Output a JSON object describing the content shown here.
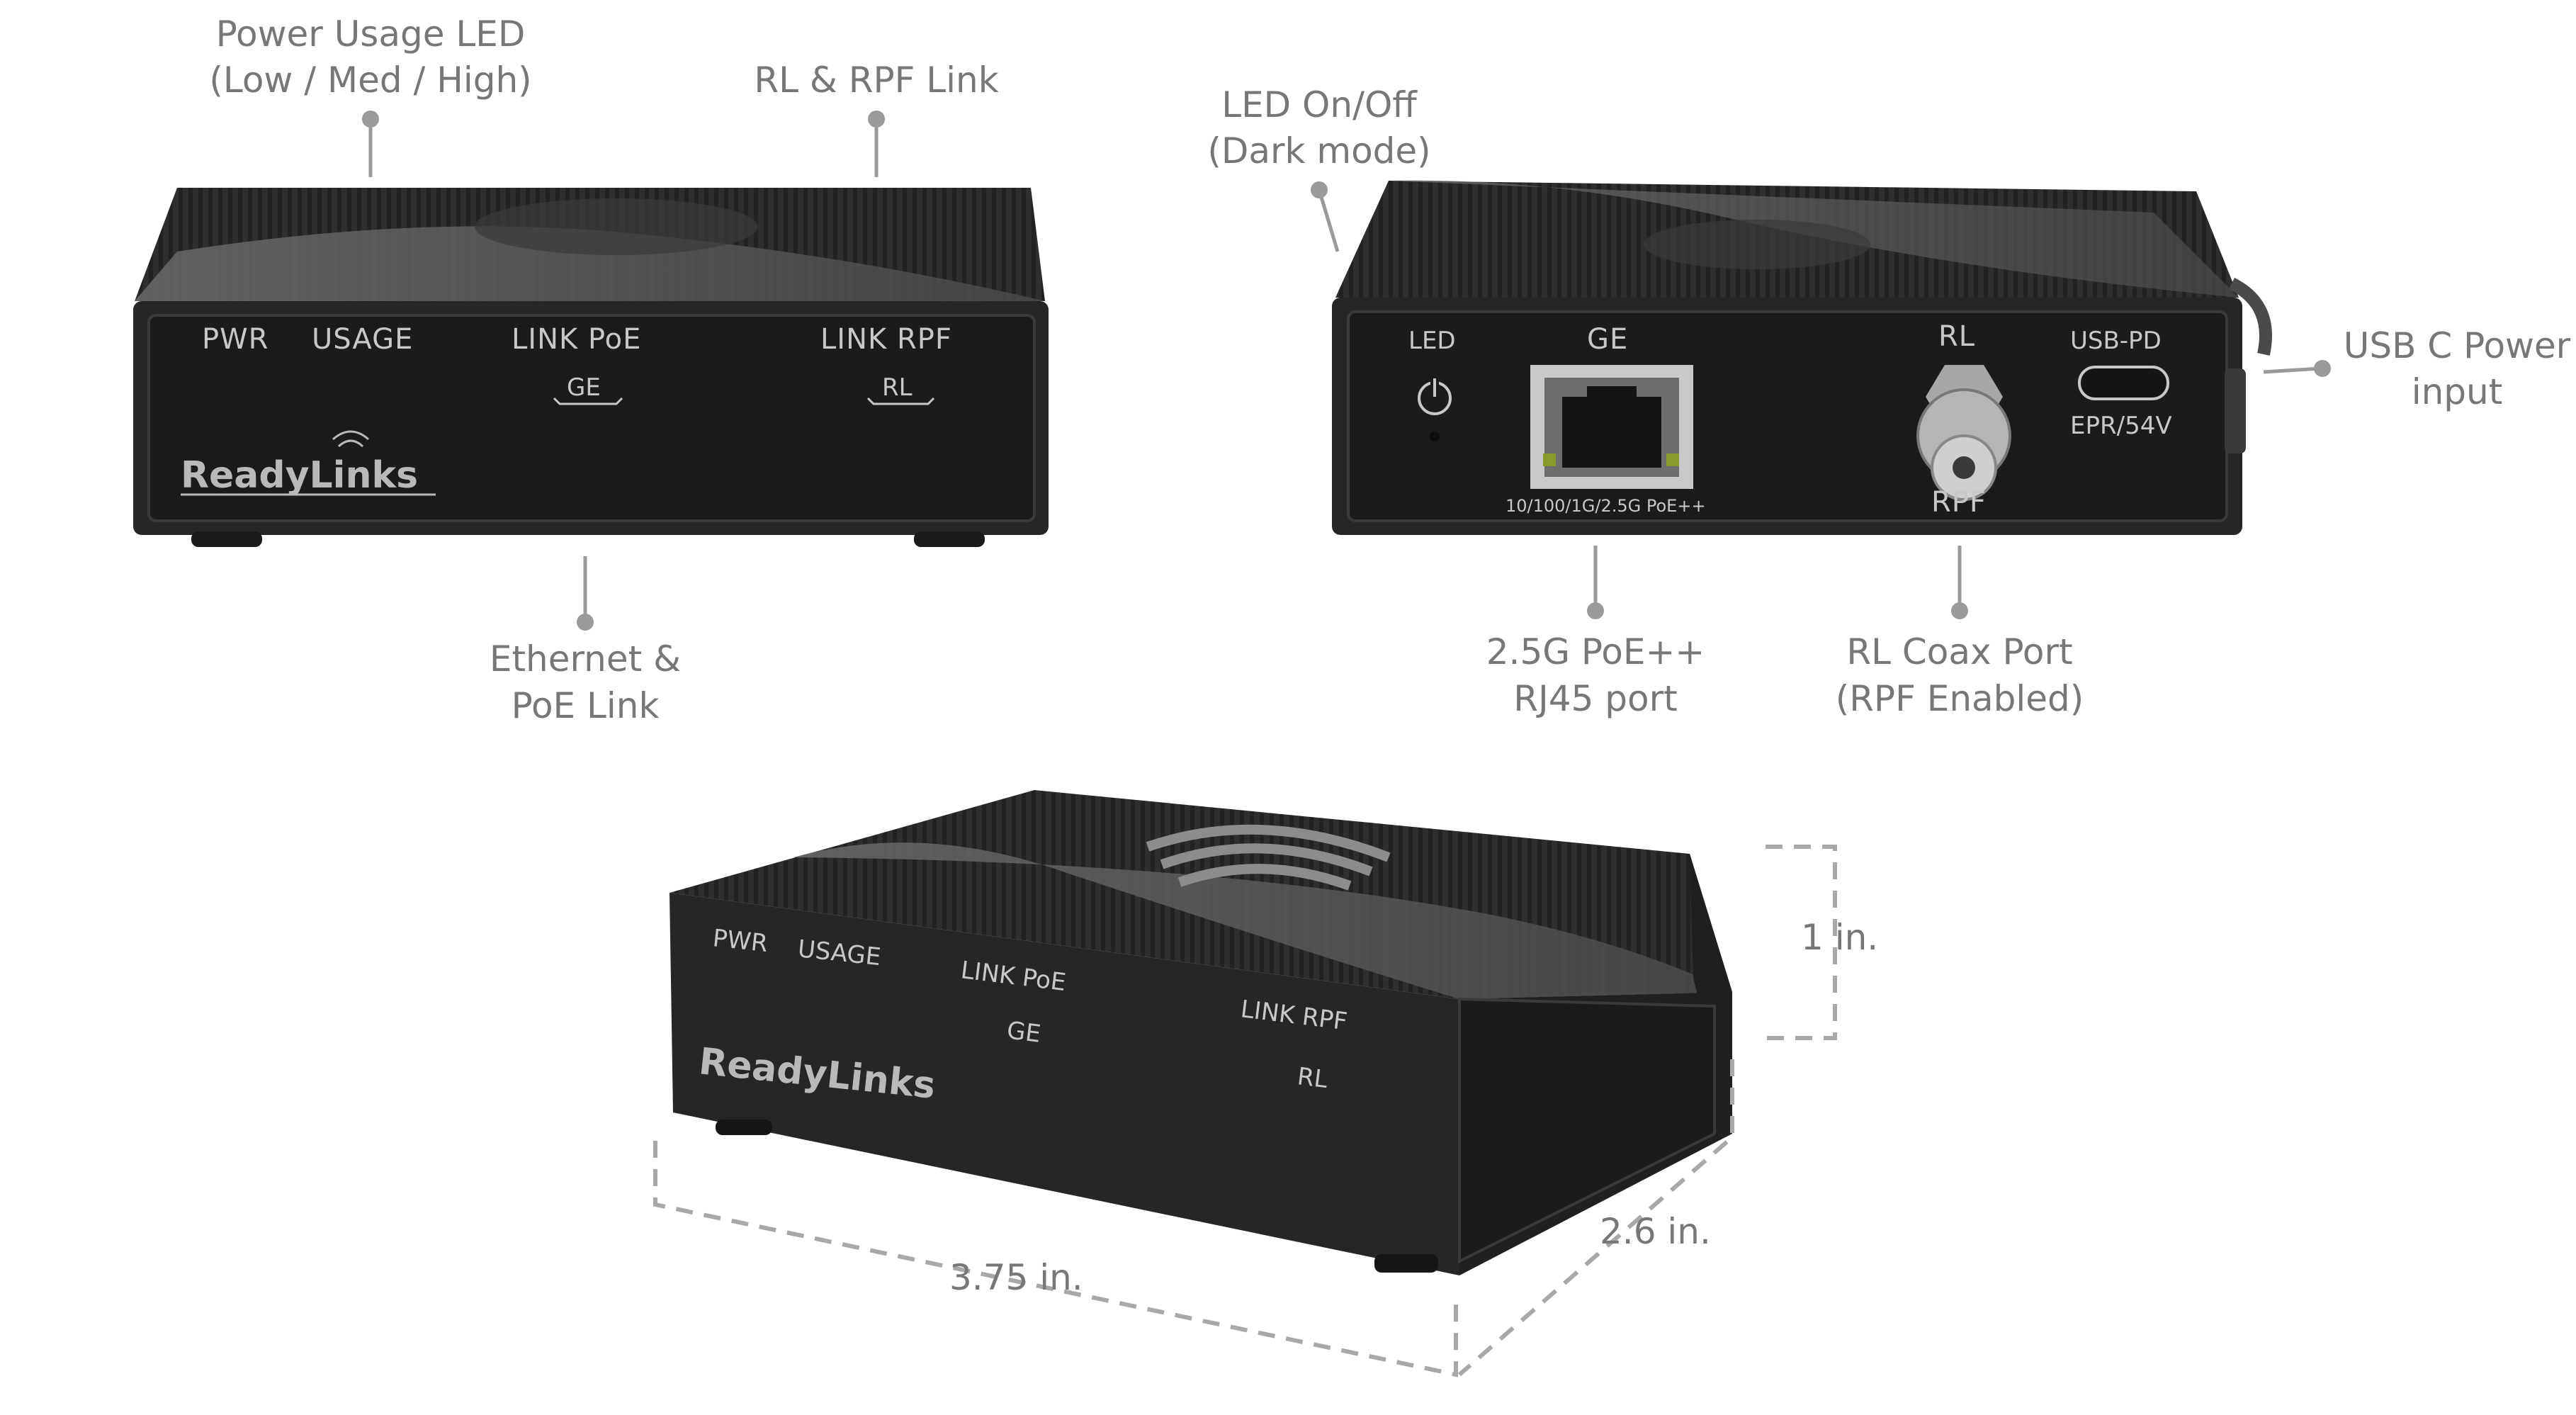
{
  "callouts": {
    "power_usage_led": [
      "Power Usage LED",
      "(Low / Med / High)"
    ],
    "rl_rpf_link": "RL & RPF Link",
    "ethernet_poe_link": [
      "Ethernet &",
      "PoE Link"
    ],
    "led_on_off": [
      "LED On/Off",
      "(Dark mode)"
    ],
    "usb_c_power": [
      "USB C Power",
      "input"
    ],
    "poe_rj45_port": [
      "2.5G PoE++",
      "RJ45 port"
    ],
    "rl_coax_port": [
      "RL Coax Port",
      "(RPF Enabled)"
    ]
  },
  "front_panel": {
    "pwr": "PWR",
    "usage": "USAGE",
    "link_poe": "LINK PoE",
    "ge": "GE",
    "link_rpf": "LINK  RPF",
    "rl": "RL",
    "brand": "ReadyLinks"
  },
  "rear_panel": {
    "led": "LED",
    "ge": "GE",
    "rl": "RL",
    "usb_pd": "USB-PD",
    "epr": "EPR/54V",
    "port_speed": "10/100/1G/2.5G PoE++",
    "rpf_partial": "RPF"
  },
  "dimensions": {
    "height": "1 in.",
    "depth": "2.6 in.",
    "width": "3.75 in."
  },
  "colors": {
    "device_body": "#2b2b2d",
    "device_face": "#1c1c1e",
    "callout_text": "#777777",
    "leader_line": "#9a9a9a"
  }
}
